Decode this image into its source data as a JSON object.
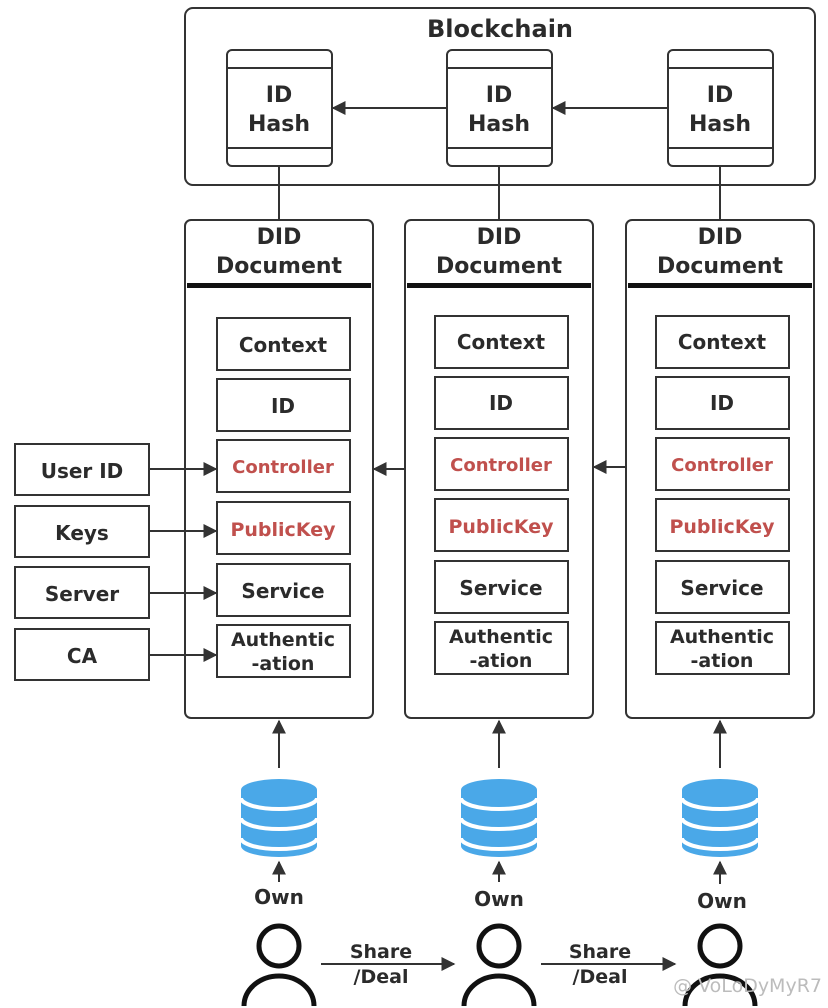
{
  "blockchain": {
    "title": "Blockchain",
    "blocks": [
      {
        "line1": "ID",
        "line2": "Hash"
      },
      {
        "line1": "ID",
        "line2": "Hash"
      },
      {
        "line1": "ID",
        "line2": "Hash"
      }
    ]
  },
  "did_documents": [
    {
      "title_line1": "DID",
      "title_line2": "Document",
      "fields": [
        "Context",
        "ID",
        "Controller",
        "PublicKey",
        "Service",
        "Authentic",
        "-ation"
      ]
    },
    {
      "title_line1": "DID",
      "title_line2": "Document",
      "fields": [
        "Context",
        "ID",
        "Controller",
        "PublicKey",
        "Service",
        "Authentic",
        "-ation"
      ]
    },
    {
      "title_line1": "DID",
      "title_line2": "Document",
      "fields": [
        "Context",
        "ID",
        "Controller",
        "PublicKey",
        "Service",
        "Authentic",
        "-ation"
      ]
    }
  ],
  "inputs": [
    "User ID",
    "Keys",
    "Server",
    "CA"
  ],
  "own_label": "Own",
  "share_label_line1": "Share",
  "share_label_line2": "/Deal",
  "watermark": "@ VoLoDyMyR7",
  "colors": {
    "highlight_text": "#c0504d",
    "database": "#4aa8e8",
    "outline": "#333333"
  }
}
